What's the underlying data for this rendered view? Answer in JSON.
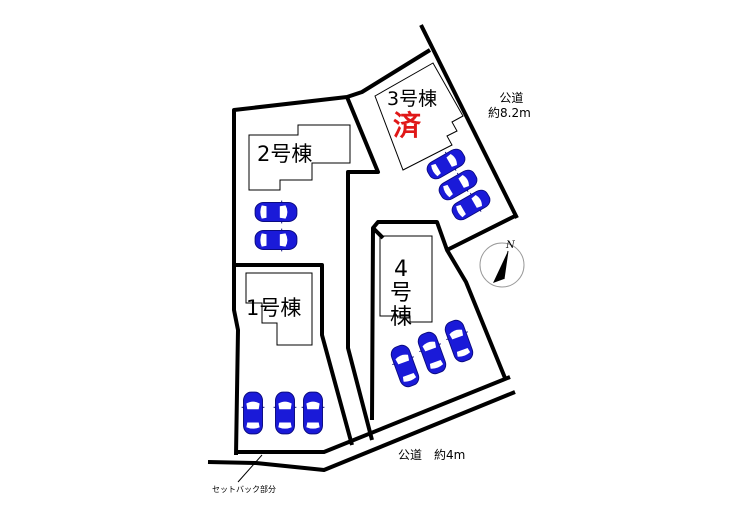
{
  "plan": {
    "lots": [
      {
        "id": 1,
        "label": "1号棟",
        "parking_spaces": 3
      },
      {
        "id": 2,
        "label": "2号棟",
        "parking_spaces": 2
      },
      {
        "id": 3,
        "label": "3号棟",
        "status": "済",
        "parking_spaces": 3
      },
      {
        "id": 4,
        "label_chars": [
          "4",
          "号",
          "棟"
        ],
        "parking_spaces": 3
      }
    ],
    "roads": {
      "east": {
        "line1": "公道",
        "line2": "約8.2m"
      },
      "south": {
        "label": "公道　約4m"
      }
    },
    "setback_label": "セットバック部分",
    "compass": {
      "north_label": "N"
    },
    "colors": {
      "car": "#1a1ad8",
      "sold": "#e01818",
      "line": "#000000"
    }
  }
}
